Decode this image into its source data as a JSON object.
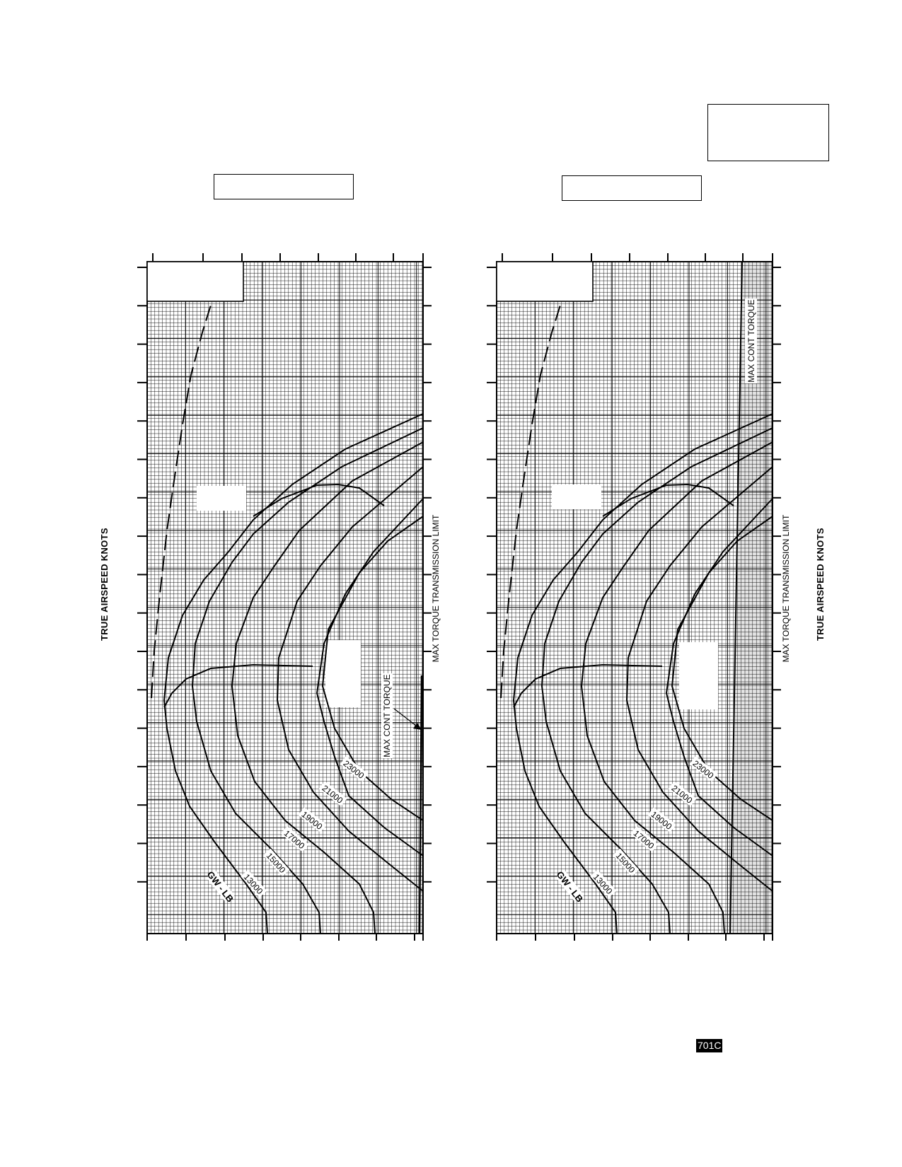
{
  "figure_tag": "701C",
  "chart_data": [
    {
      "type": "line",
      "orientation": "rotated 90° counter-clockwise",
      "xlabel": "TRUE AIRSPEED  KNOTS",
      "legend_title": "GW - LB",
      "annotations": [
        "MAX TORQUE  TRANSMISSION LIMIT",
        "MAX CONT TORQUE"
      ],
      "grid": true,
      "shaded_region": false,
      "dashed_curve": true,
      "series": [
        {
          "name": "13000"
        },
        {
          "name": "15000"
        },
        {
          "name": "17000"
        },
        {
          "name": "19000"
        },
        {
          "name": "21000"
        },
        {
          "name": "23000"
        }
      ]
    },
    {
      "type": "line",
      "orientation": "rotated 90° counter-clockwise",
      "xlabel": "TRUE AIRSPEED  KNOTS",
      "legend_title": "GW - LB",
      "annotations": [
        "MAX TORQUE  TRANSMISSION LIMIT",
        "MAX CONT TORQUE"
      ],
      "grid": true,
      "shaded_region": true,
      "shaded_color": "#e3e3e3",
      "dashed_curve": true,
      "series": [
        {
          "name": "13000"
        },
        {
          "name": "15000"
        },
        {
          "name": "17000"
        },
        {
          "name": "19000"
        },
        {
          "name": "21000"
        },
        {
          "name": "23000"
        }
      ]
    }
  ]
}
